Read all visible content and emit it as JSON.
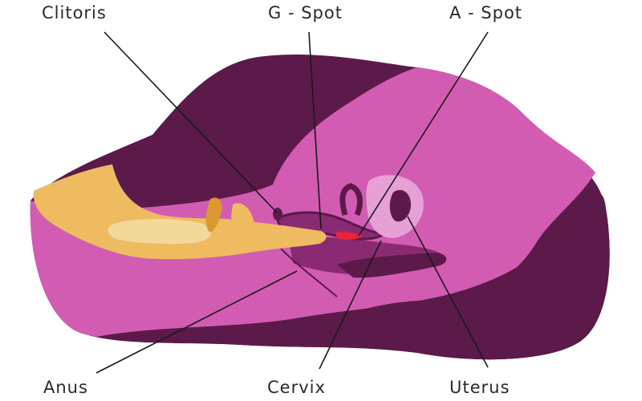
{
  "labels": {
    "clitoris": "Clitoris",
    "g_spot": "G - Spot",
    "a_spot": "A - Spot",
    "anus": "Anus",
    "cervix": "Cervix",
    "uterus": "Uterus"
  },
  "colors": {
    "dark_purple": "#5c1a4a",
    "magenta": "#d35cb3",
    "light_pink": "#e7a0d6",
    "deep_magenta": "#8a2a73",
    "hand": "#efbb61",
    "hand_light": "#f3d89b",
    "hand_shadow": "#d9992e",
    "red_spot": "#e8233b",
    "line": "#1a1a1a"
  }
}
